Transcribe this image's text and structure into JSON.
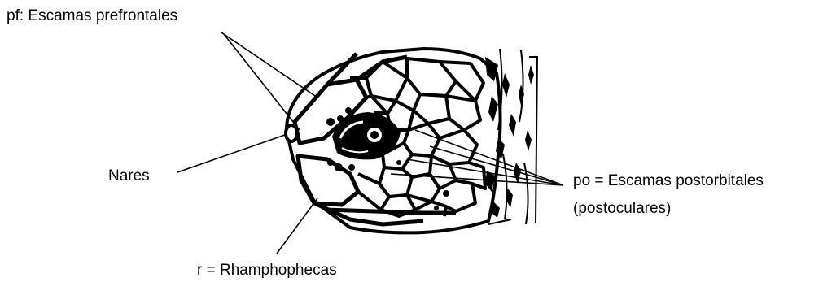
{
  "labels": {
    "prefrontal": "pf: Escamas prefrontales",
    "nares": "Nares",
    "postorbital_line1": "po = Escamas postorbitales",
    "postorbital_line2": "(postoculares)",
    "rhamphotheca": "r = Rhamphophecas"
  },
  "colors": {
    "ink": "#000000",
    "paper": "#ffffff"
  }
}
